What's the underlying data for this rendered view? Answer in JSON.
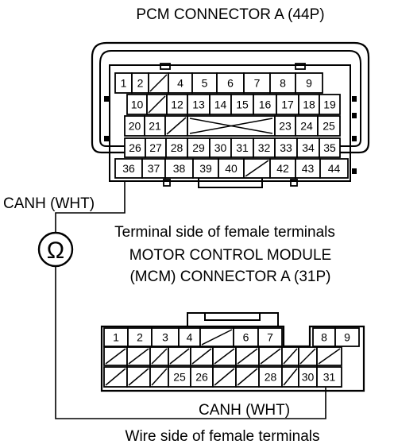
{
  "pcm": {
    "title": "PCM CONNECTOR A (44P)",
    "subtitle": "Terminal side of female terminals",
    "rows": [
      [
        {
          "t": "1"
        },
        {
          "t": "2"
        },
        {
          "e": "slash"
        },
        {
          "t": "4"
        },
        {
          "t": "5"
        },
        {
          "t": "6"
        },
        {
          "t": "7"
        },
        {
          "t": "8"
        },
        {
          "t": "9"
        }
      ],
      [
        {
          "t": "10"
        },
        {
          "e": "slash"
        },
        {
          "t": "12"
        },
        {
          "t": "13"
        },
        {
          "t": "14"
        },
        {
          "t": "15"
        },
        {
          "t": "16"
        },
        {
          "t": "17"
        },
        {
          "t": "18"
        },
        {
          "t": "19"
        }
      ],
      [
        {
          "t": "20"
        },
        {
          "t": "21"
        },
        {
          "e": "slash"
        },
        {
          "e": "cross"
        },
        {
          "t": "23"
        },
        {
          "t": "24"
        },
        {
          "t": "25"
        }
      ],
      [
        {
          "t": "26"
        },
        {
          "t": "27"
        },
        {
          "t": "28"
        },
        {
          "t": "29"
        },
        {
          "t": "30"
        },
        {
          "t": "31"
        },
        {
          "t": "32"
        },
        {
          "t": "33"
        },
        {
          "t": "34"
        },
        {
          "t": "35"
        }
      ],
      [
        {
          "t": "36"
        },
        {
          "t": "37"
        },
        {
          "t": "38"
        },
        {
          "t": "39"
        },
        {
          "t": "40"
        },
        {
          "e": "slash"
        },
        {
          "t": "42"
        },
        {
          "t": "43"
        },
        {
          "t": "44"
        }
      ]
    ]
  },
  "mcm": {
    "title_line1": "MOTOR CONTROL MODULE",
    "title_line2": "(MCM) CONNECTOR A (31P)",
    "subtitle": "Wire side of female terminals",
    "row1": [
      {
        "t": "1"
      },
      {
        "t": "2"
      },
      {
        "t": "3"
      },
      {
        "t": "4"
      },
      {
        "e": "slash"
      },
      {
        "t": "6"
      },
      {
        "t": "7"
      },
      {
        "t": "8"
      },
      {
        "t": "9"
      }
    ],
    "row2": [
      {
        "e": "slash"
      },
      {
        "e": "slash"
      },
      {
        "e": "slash"
      },
      {
        "e": "slash"
      },
      {
        "e": "slash"
      },
      {
        "e": "slash"
      },
      {
        "e": "slash"
      },
      {
        "e": "slash"
      },
      {
        "e": "slash"
      },
      {
        "e": "slash"
      },
      {
        "e": "slash"
      }
    ],
    "row3": [
      {
        "e": "slash"
      },
      {
        "e": "slash"
      },
      {
        "e": "slash"
      },
      {
        "t": "25"
      },
      {
        "t": "26"
      },
      {
        "e": "slash"
      },
      {
        "e": "slash"
      },
      {
        "t": "28"
      },
      {
        "e": "slash"
      },
      {
        "t": "30"
      },
      {
        "t": "31"
      }
    ]
  },
  "wires": {
    "pcm_label": "CANH (WHT)",
    "mcm_label": "CANH (WHT)",
    "meter_symbol": "Ω"
  }
}
